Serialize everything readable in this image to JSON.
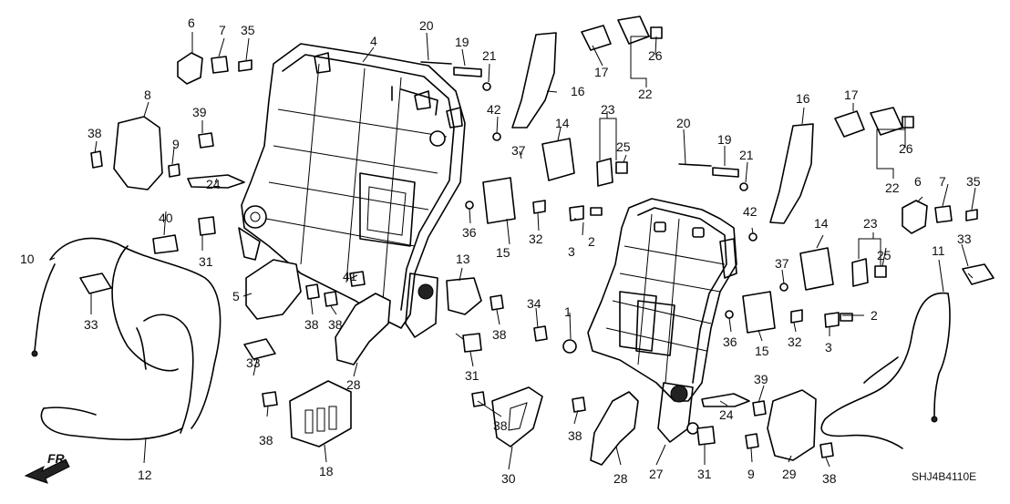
{
  "diagram": {
    "code": "SHJ4B4110E",
    "direction_label": "FR.",
    "callouts": [
      "1",
      "2",
      "3",
      "4",
      "5",
      "6",
      "7",
      "8",
      "9",
      "10",
      "11",
      "12",
      "13",
      "14",
      "15",
      "16",
      "17",
      "18",
      "19",
      "20",
      "21",
      "22",
      "23",
      "24",
      "25",
      "26",
      "27",
      "28",
      "29",
      "30",
      "31",
      "32",
      "33",
      "34",
      "35",
      "36",
      "37",
      "38",
      "39",
      "40",
      "41",
      "42"
    ],
    "label_instances": [
      "6",
      "7",
      "35",
      "20",
      "19",
      "21",
      "4",
      "17",
      "26",
      "22",
      "16",
      "8",
      "38",
      "9",
      "39",
      "42",
      "23",
      "14",
      "37",
      "25",
      "16",
      "20",
      "19",
      "21",
      "17",
      "26",
      "22",
      "6",
      "7",
      "35",
      "40",
      "24",
      "36",
      "15",
      "32",
      "3",
      "2",
      "14",
      "23",
      "25",
      "42",
      "33",
      "10",
      "31",
      "41",
      "13",
      "37",
      "11",
      "5",
      "38",
      "38",
      "34",
      "1",
      "2",
      "36",
      "15",
      "32",
      "3",
      "33",
      "28",
      "31",
      "38",
      "33",
      "39",
      "24",
      "38",
      "18",
      "38",
      "30",
      "38",
      "28",
      "27",
      "31",
      "9",
      "29",
      "38",
      "12"
    ]
  }
}
